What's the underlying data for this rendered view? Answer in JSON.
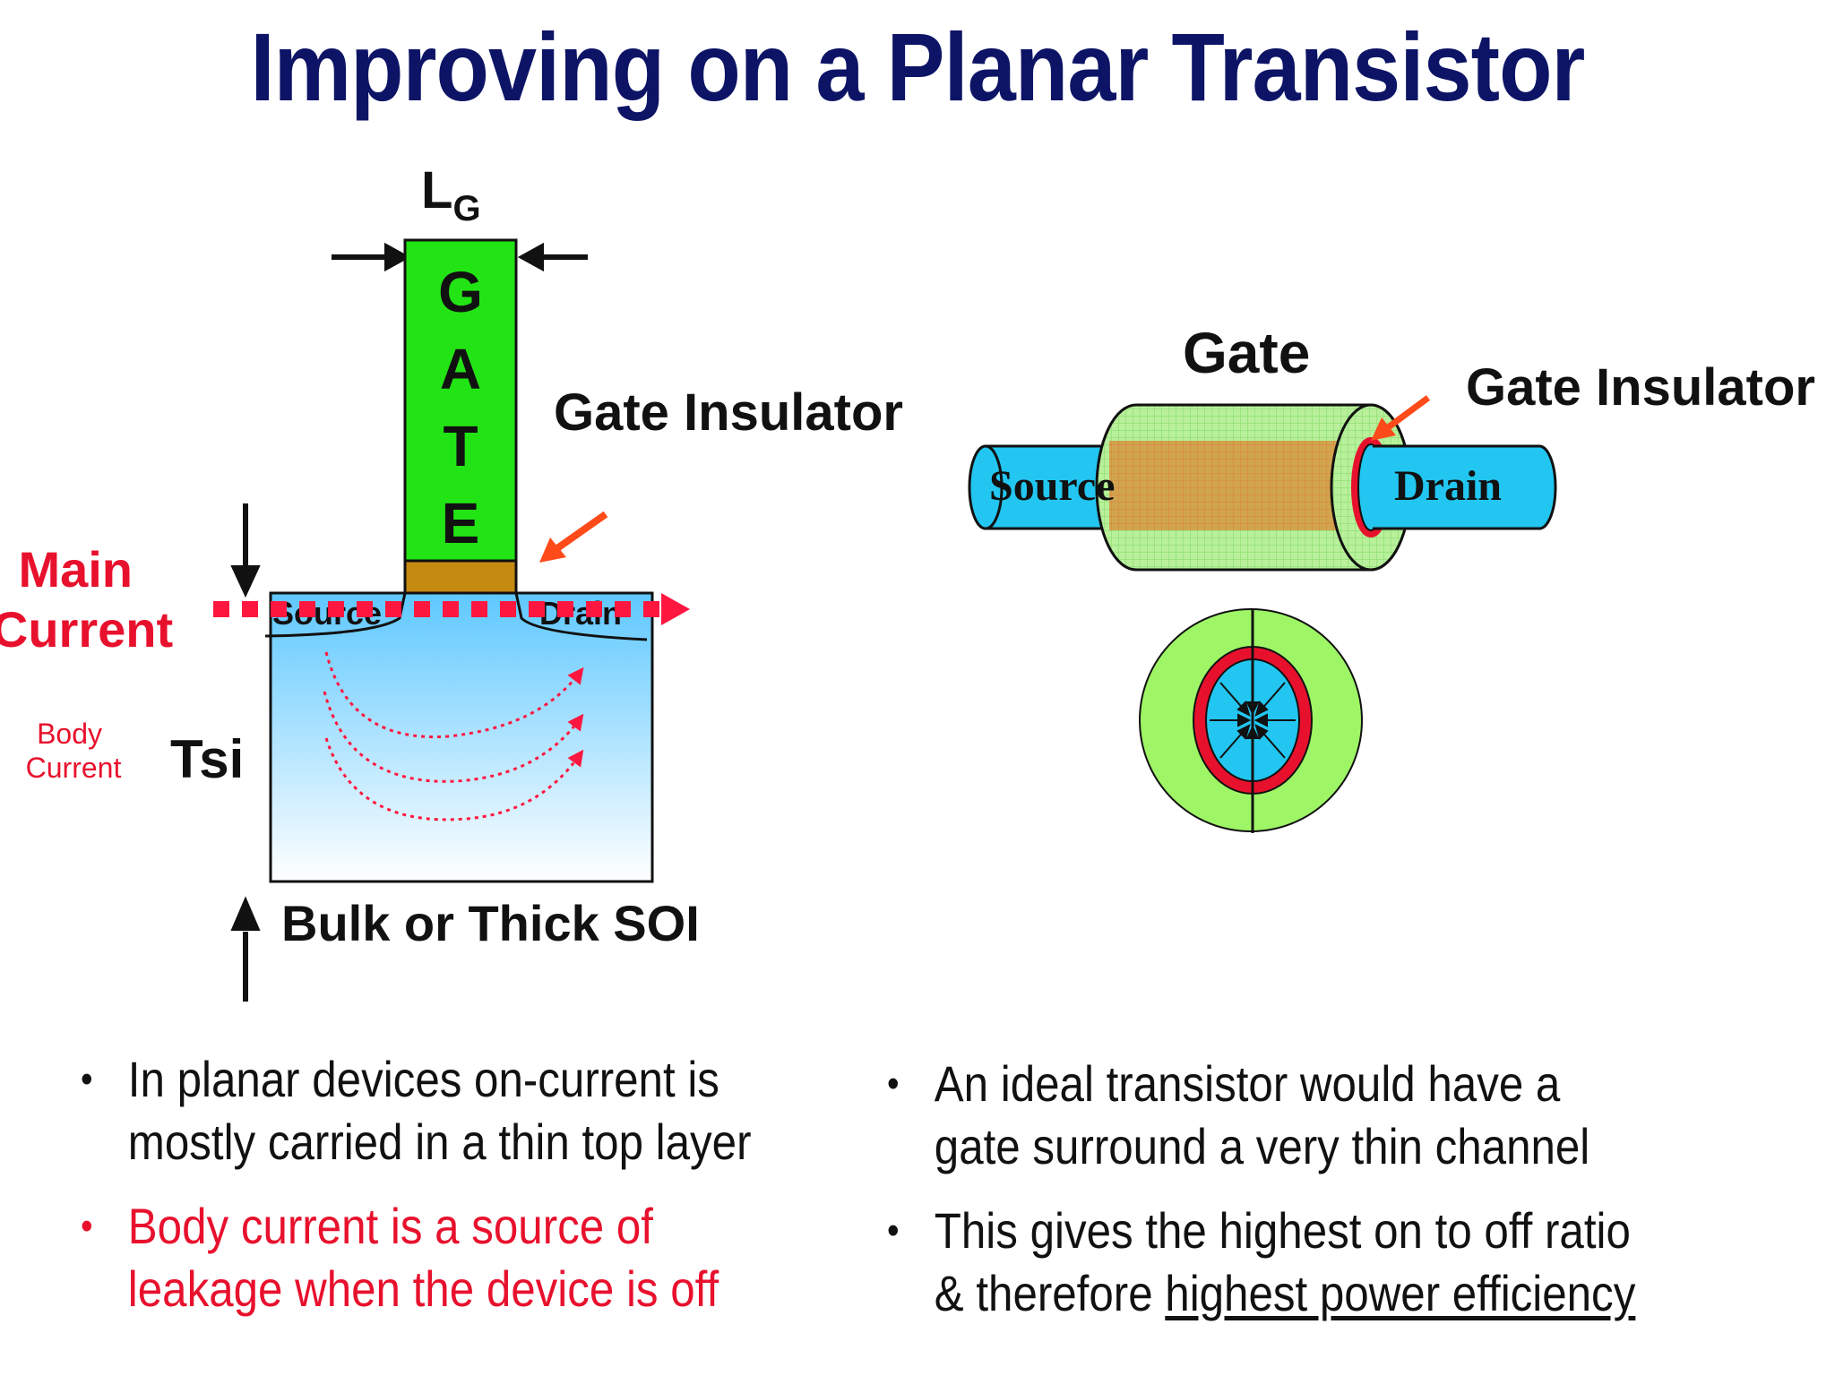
{
  "title": "Improving on a Planar Transistor",
  "planar": {
    "lg_main": "L",
    "lg_sub": "G",
    "gate_letters": [
      "G",
      "A",
      "T",
      "E"
    ],
    "gate_insulator": "Gate Insulator",
    "main_current": [
      "Main",
      "Current"
    ],
    "body_current": [
      "Body",
      "Current"
    ],
    "tsi": "Tsi",
    "source": "Source",
    "drain": "Drain",
    "bulk": "Bulk or Thick SOI"
  },
  "surround": {
    "gate": "Gate",
    "gate_insulator": "Gate Insulator",
    "source": "Source",
    "drain": "Drain"
  },
  "bullets_left": [
    {
      "lines": [
        "In planar devices on-current is",
        "mostly carried in a thin top layer"
      ],
      "color": "#111111"
    },
    {
      "lines": [
        "Body current is a source of",
        "leakage when the device is off"
      ],
      "color": "#e8112d"
    }
  ],
  "bullets_right": [
    {
      "lines": [
        "An ideal transistor would have a",
        "gate surround a very thin channel"
      ]
    },
    {
      "lines": [
        "This gives the highest on to off ratio",
        "& therefore "
      ],
      "underlined": "highest power efficiency"
    }
  ],
  "colors": {
    "title": "#0d1466",
    "gate_green": "#22e414",
    "insulator_brown": "#c48a12",
    "body_blue": "#5ec8ff",
    "current_red": "#ff1740",
    "channel_cyan": "#22c6f0",
    "orange_arrow": "#ff4a1a"
  }
}
